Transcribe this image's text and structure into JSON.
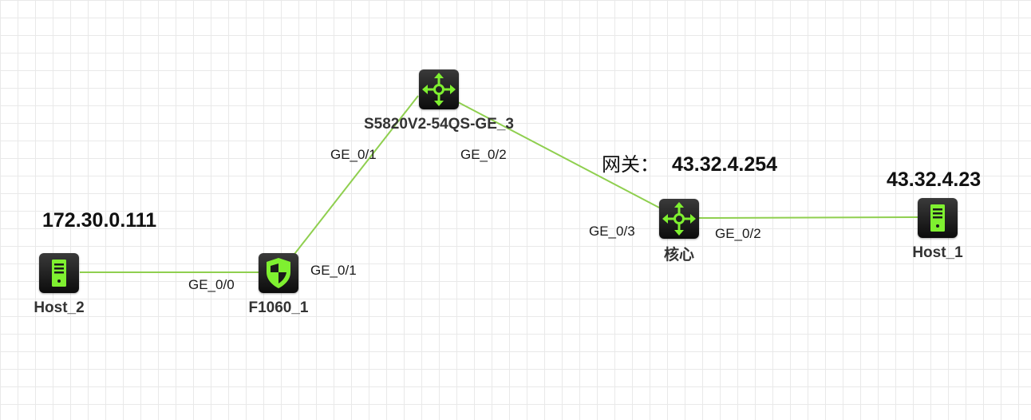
{
  "colors": {
    "link": "#8fcf4f",
    "icon": "#7ff030",
    "device_bg": "#1e1e1e",
    "grid": "#e9e9e9"
  },
  "devices": {
    "switch": {
      "name": "S5820V2-54QS-GE_3",
      "icon": "router-arrows-icon"
    },
    "core": {
      "name": "核心",
      "icon": "router-arrows-icon"
    },
    "firewall": {
      "name": "F1060_1",
      "icon": "firewall-shield-icon"
    },
    "host1": {
      "name": "Host_1",
      "icon": "server-icon"
    },
    "host2": {
      "name": "Host_2",
      "icon": "server-icon"
    }
  },
  "ports": {
    "switch_left": "GE_0/1",
    "switch_right": "GE_0/2",
    "firewall_up": "GE_0/1",
    "firewall_left": "GE_0/0",
    "core_left": "GE_0/3",
    "core_right": "GE_0/2"
  },
  "addresses": {
    "host2_ip": "172.30.0.111",
    "host1_ip": "43.32.4.23",
    "gateway_label": "网关：",
    "gateway_ip": "43.32.4.254"
  }
}
